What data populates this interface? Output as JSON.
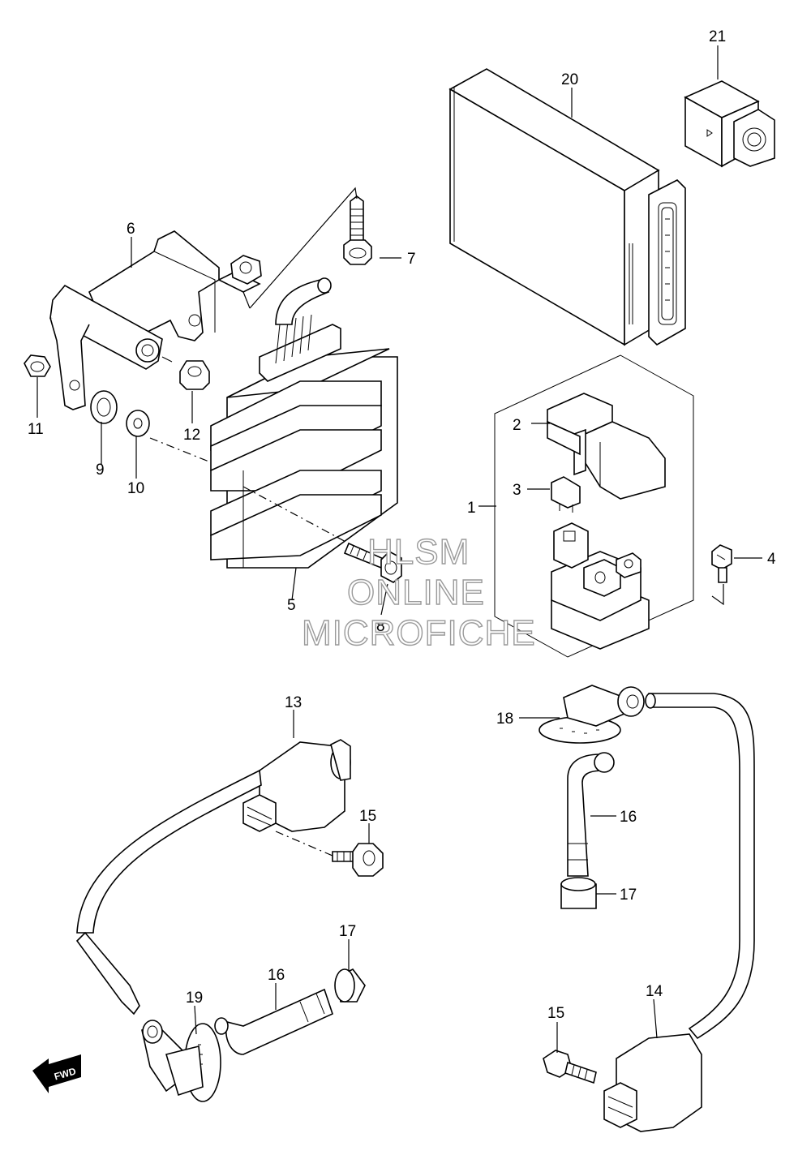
{
  "callouts": [
    {
      "id": "1",
      "label": "1"
    },
    {
      "id": "2",
      "label": "2"
    },
    {
      "id": "3",
      "label": "3"
    },
    {
      "id": "4",
      "label": "4"
    },
    {
      "id": "5",
      "label": "5"
    },
    {
      "id": "6",
      "label": "6"
    },
    {
      "id": "7",
      "label": "7"
    },
    {
      "id": "8",
      "label": "8"
    },
    {
      "id": "9",
      "label": "9"
    },
    {
      "id": "10",
      "label": "10"
    },
    {
      "id": "11",
      "label": "11"
    },
    {
      "id": "12",
      "label": "12"
    },
    {
      "id": "13",
      "label": "13"
    },
    {
      "id": "14",
      "label": "14"
    },
    {
      "id": "15a",
      "label": "15"
    },
    {
      "id": "15b",
      "label": "15"
    },
    {
      "id": "16a",
      "label": "16"
    },
    {
      "id": "16b",
      "label": "16"
    },
    {
      "id": "17a",
      "label": "17"
    },
    {
      "id": "17b",
      "label": "17"
    },
    {
      "id": "18",
      "label": "18"
    },
    {
      "id": "19",
      "label": "19"
    },
    {
      "id": "20",
      "label": "20"
    },
    {
      "id": "21",
      "label": "21"
    }
  ],
  "watermark": {
    "line1": "HLSM",
    "line2": "ONLINE",
    "line3": "MICROFICHE"
  },
  "fwd_label": "FWD",
  "colors": {
    "line": "#000000",
    "background": "#ffffff",
    "watermark_outline": "#9a9a9a"
  }
}
